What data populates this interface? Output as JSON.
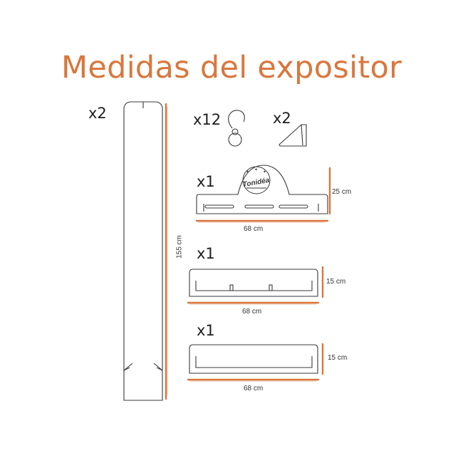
{
  "title": "Medidas del expositor",
  "accent_color": "#d9773e",
  "line_color": "#3a3a3a",
  "parts": {
    "post": {
      "qty": "x2",
      "height_label": "155 cm"
    },
    "hook": {
      "qty": "x12"
    },
    "foot": {
      "qty": "x2"
    },
    "top_panel": {
      "qty": "x1",
      "width_label": "68 cm",
      "height_label": "25 cm",
      "logo_text": "Tonidéa"
    },
    "middle_shelf": {
      "qty": "x1",
      "width_label": "68 cm",
      "height_label": "15 cm"
    },
    "bottom_shelf": {
      "qty": "x1",
      "width_label": "68 cm",
      "height_label": "15 cm"
    }
  }
}
